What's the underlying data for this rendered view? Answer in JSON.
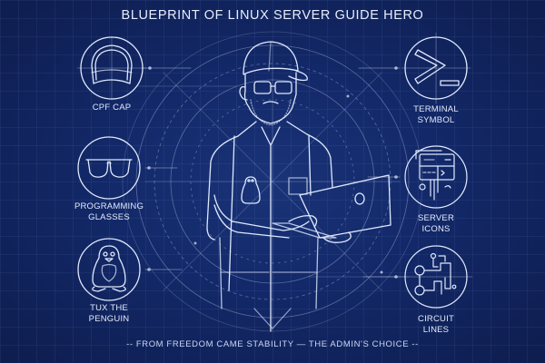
{
  "title": "BLUEPRINT OF LINUX SERVER GUIDE HERO",
  "footer": "-- FROM FREEDOM CAME STABILITY — THE ADMIN'S CHOICE --",
  "colors": {
    "background": "#0f1f52",
    "line": "#dfe8fb",
    "grid": "#8fa8e0"
  },
  "left_items": [
    {
      "icon": "cap-icon",
      "label": "CPF CAP"
    },
    {
      "icon": "glasses-icon",
      "label": "PROGRAMMING GLASSES"
    },
    {
      "icon": "penguin-icon",
      "label": "TUX THE PENGUIN"
    }
  ],
  "right_items": [
    {
      "icon": "terminal-icon",
      "label": "TERMINAL SYMBOL"
    },
    {
      "icon": "server-icon",
      "label": "SERVER ICONS"
    },
    {
      "icon": "circuit-icon",
      "label": "CIRCUIT LINES"
    }
  ],
  "labels": {
    "cap": "CPF CAP",
    "glasses_1": "PROGRAMMING",
    "glasses_2": "GLASSES",
    "tux_1": "TUX THE",
    "tux_2": "PENGUIN",
    "terminal_1": "TERMINAL",
    "terminal_2": "SYMBOL",
    "server_1": "SERVER",
    "server_2": "ICONS",
    "circuit_1": "CIRCUIT",
    "circuit_2": "LINES"
  }
}
